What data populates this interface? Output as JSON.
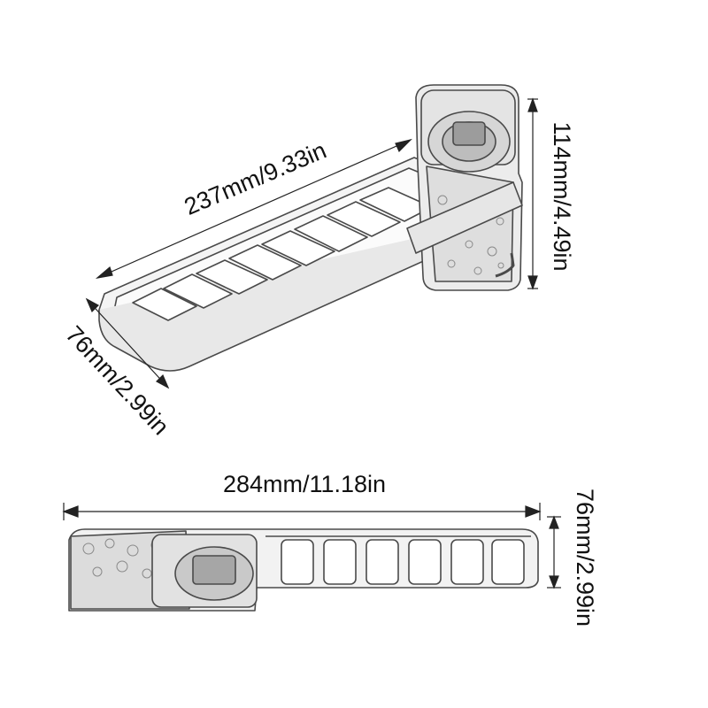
{
  "dimensions": {
    "top_length": "237mm/9.33in",
    "top_height": "114mm/4.49in",
    "top_width": "76mm/2.99in",
    "bottom_length": "284mm/11.18in",
    "bottom_width": "76mm/2.99in"
  },
  "colors": {
    "outline": "#4a4a4a",
    "plastic_fill": "#f2f2f2",
    "plastic_shade": "#d9d9d9",
    "dimension_line": "#222222",
    "text": "#111111"
  }
}
